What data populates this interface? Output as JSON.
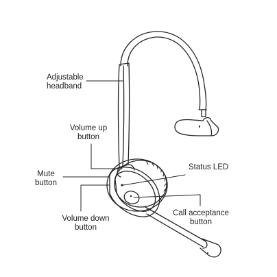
{
  "labels": {
    "headband": "Adjustable\nheadband",
    "volume_up": "Volume up\nbutton",
    "mute": "Mute\nbutton",
    "status_led": "Status LED",
    "call_acceptance": "Call acceptance\nbutton",
    "volume_down": "Volume down\nbutton"
  },
  "colors": {
    "line": "#222222",
    "background": "#ffffff"
  }
}
